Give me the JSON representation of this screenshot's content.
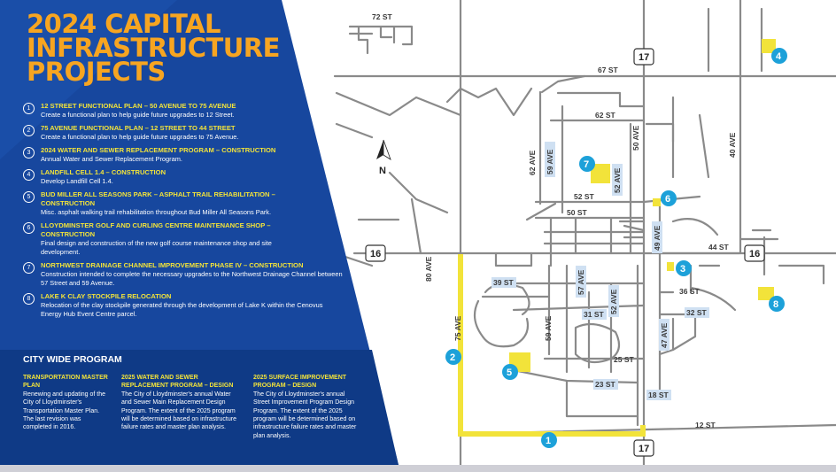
{
  "title_lines": [
    "2024 CAPITAL",
    "INFRASTRUCTURE",
    "PROJECTS"
  ],
  "projects": [
    {
      "num": "1",
      "title": "12 STREET FUNCTIONAL PLAN – 50 AVENUE TO 75 AVENUE",
      "desc": "Create a functional plan to help guide future upgrades to 12 Street."
    },
    {
      "num": "2",
      "title": "75 AVENUE FUNCTIONAL PLAN – 12 STREET TO 44 STREET",
      "desc": "Create a functional plan to help guide future upgrades to 75 Avenue."
    },
    {
      "num": "3",
      "title": "2024 WATER AND SEWER REPLACEMENT PROGRAM – CONSTRUCTION",
      "desc": "Annual Water and Sewer Replacement Program."
    },
    {
      "num": "4",
      "title": "LANDFILL CELL 1.4 – CONSTRUCTION",
      "desc": "Develop Landfill Cell 1.4."
    },
    {
      "num": "5",
      "title": "BUD MILLER ALL SEASONS PARK – ASPHALT TRAIL REHABILITATION – CONSTRUCTION",
      "desc": "Misc. asphalt walking trail rehabilitation throughout Bud Miller All Seasons Park."
    },
    {
      "num": "6",
      "title": "LLOYDMINSTER GOLF AND CURLING CENTRE MAINTENANCE SHOP – CONSTRUCTION",
      "desc": "Final design and construction of the new golf course maintenance shop and site development."
    },
    {
      "num": "7",
      "title": "NORTHWEST DRAINAGE CHANNEL IMPROVEMENT PHASE IV – CONSTRUCTION",
      "desc": "Construction intended to complete the necessary upgrades to the Northwest Drainage Channel between 57 Street and 59 Avenue."
    },
    {
      "num": "8",
      "title": "LAKE K CLAY STOCKPILE RELOCATION",
      "desc": "Relocation of the clay stockpile generated through the development of Lake K within the Cenovus Energy Hub Event Centre parcel."
    }
  ],
  "city_wide": {
    "heading": "CITY WIDE PROGRAM",
    "items": [
      {
        "title": "TRANSPORTATION MASTER PLAN",
        "desc": "Renewing and updating of the City of Lloydminster's Transportation Master Plan. The last revision was completed in 2016."
      },
      {
        "title": "2025 WATER AND SEWER REPLACEMENT PROGRAM – DESIGN",
        "desc": "The City of Lloydminster's annual Water and Sewer Main Replacement Design Program. The extent of the 2025 program will be determined based on infrastructure failure rates and master plan analysis."
      },
      {
        "title": "2025 SURFACE IMPROVEMENT PROGRAM – DESIGN",
        "desc": "The City of Lloydminster's annual Street Improvement Program Design Program. The extent of the 2025 program will be determined based on infrastructure failure rates and master plan analysis."
      }
    ]
  },
  "north_label": "N",
  "streets": [
    "72 ST",
    "67 ST",
    "62 ST",
    "52 ST",
    "50 ST",
    "44 ST",
    "39 ST",
    "36 ST",
    "32 ST",
    "31 ST",
    "25 ST",
    "23 ST",
    "18 ST",
    "12 ST"
  ],
  "avenues": [
    "62 AVE",
    "59 AVE",
    "52 AVE",
    "50 AVE",
    "49 AVE",
    "40 AVE",
    "80 AVE",
    "75 AVE",
    "57 AVE",
    "47 AVE"
  ],
  "highways": [
    "17",
    "16"
  ],
  "markers": [
    "1",
    "2",
    "3",
    "4",
    "5",
    "6",
    "7",
    "8"
  ],
  "colors": {
    "panel": "#17479e",
    "panel_dark": "#0f3a86",
    "title": "#f7a521",
    "highlight": "#f2e33a",
    "marker": "#1da1d9",
    "road": "#8a8a8a",
    "label_box": "#cfe0f2"
  }
}
